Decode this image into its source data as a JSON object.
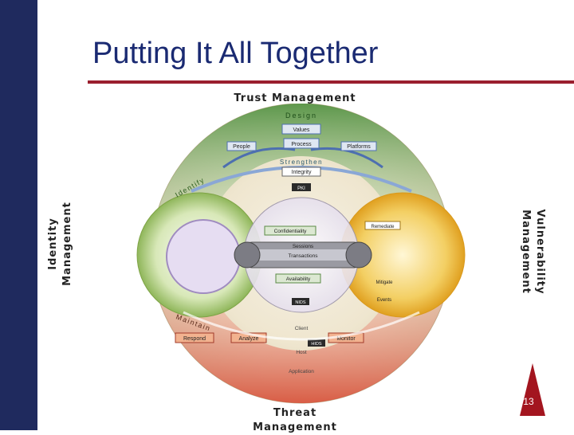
{
  "slide": {
    "title": "Putting It All Together",
    "page_number": "13"
  },
  "diagram": {
    "top_label": "Trust Management",
    "bottom_label": "Threat Management",
    "left_label": "Identity Management",
    "right_label": "Vulnerability Management",
    "arc_labels": {
      "design": "Design",
      "strengthen": "Strengthen",
      "identify": "Identify",
      "maintain": "Maintain"
    },
    "boxes": {
      "values": "Values",
      "process": "Process",
      "people": "People",
      "platforms": "Platforms",
      "integrity": "Integrity",
      "pki": "PKI",
      "confidentiality": "Confidentiality",
      "sessions": "Sessions",
      "transactions": "Transactions",
      "availability": "Availability",
      "remediate": "Remediate",
      "mitigate": "Mitigate",
      "events": "Events",
      "respond": "Respond",
      "analyze": "Analyze",
      "monitor": "Monitor",
      "client": "Client",
      "host": "Host",
      "application": "Application",
      "nids": "NIDS",
      "hids": "HIDS"
    },
    "colors": {
      "green": "#4e9a3c",
      "yellow": "#e0a020",
      "red": "#d9412b",
      "lavender": "#a08cc0",
      "navy": "#1f2a5e",
      "maroon": "#9a1f2e",
      "title_blue": "#1a2a72"
    }
  }
}
